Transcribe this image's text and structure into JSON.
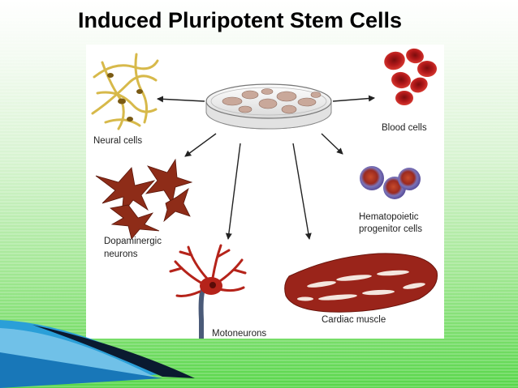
{
  "slide": {
    "title": "Induced Pluripotent Stem Cells"
  },
  "diagram": {
    "center": "petri-dish",
    "labels": {
      "neural": "Neural cells",
      "blood": "Blood cells",
      "dopaminergic_1": "Dopaminergic",
      "dopaminergic_2": "neurons",
      "hematopoietic_1": "Hematopoietic",
      "hematopoietic_2": "progenitor cells",
      "motoneurons": "Motoneurons",
      "cardiac": "Cardiac muscle"
    }
  },
  "colors": {
    "background_top": "#ffffff",
    "background_bottom": "#58d64a",
    "swoosh_blue": "#1d8ed0",
    "swoosh_dark": "#0a1a30",
    "cell_red": "#b5362a",
    "cell_brown": "#8a2a18",
    "neural_yellow": "#e9d27a"
  }
}
